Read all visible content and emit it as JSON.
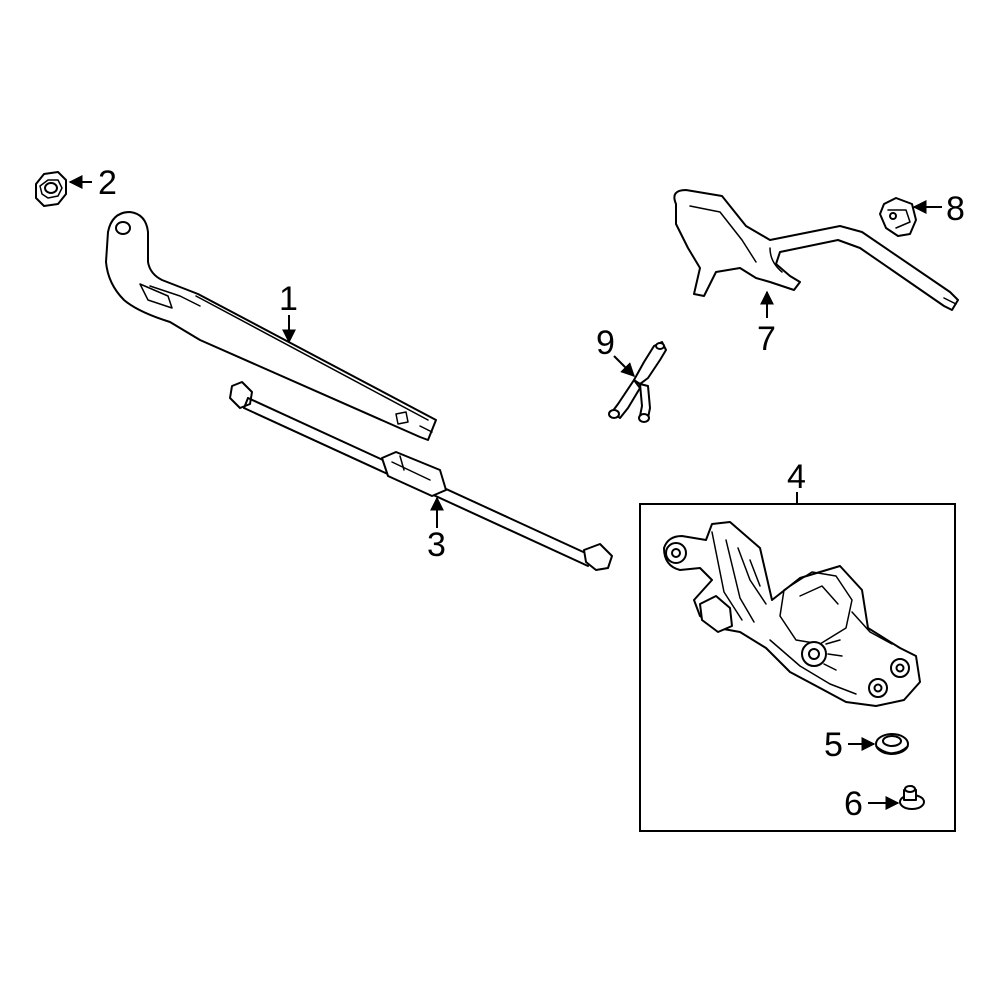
{
  "highlight_color": "#2b55c8",
  "callouts": [
    {
      "id": "1",
      "label": "1"
    },
    {
      "id": "2",
      "label": "2"
    },
    {
      "id": "3",
      "label": "3"
    },
    {
      "id": "4",
      "label": "4"
    },
    {
      "id": "5",
      "label": "5"
    },
    {
      "id": "6",
      "label": "6"
    },
    {
      "id": "7",
      "label": "7"
    },
    {
      "id": "8",
      "label": "8"
    },
    {
      "id": "9",
      "label": "9"
    }
  ]
}
